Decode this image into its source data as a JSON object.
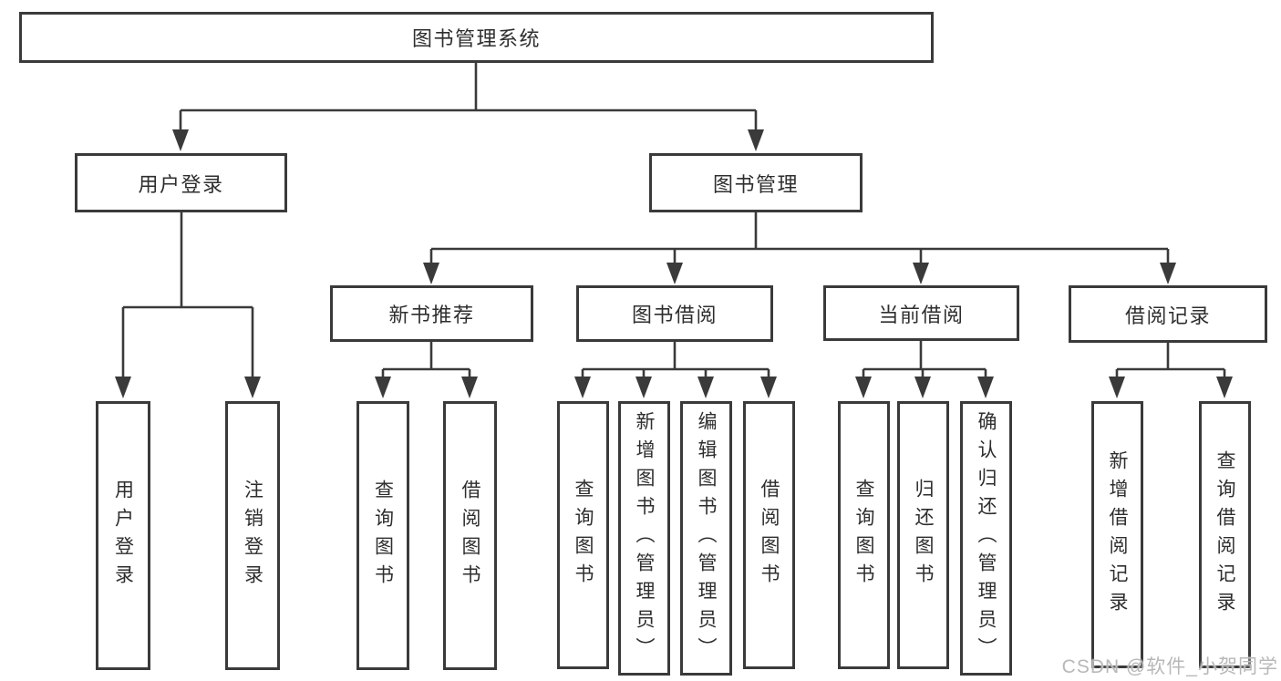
{
  "nodes": {
    "root": "图书管理系统",
    "user_login": "用户登录",
    "book_management": "图书管理",
    "new_book_recommend": "新书推荐",
    "book_borrow": "图书借阅",
    "current_borrow": "当前借阅",
    "borrow_records": "借阅记录",
    "leaf_user_login": "用户登录",
    "leaf_logout": "注销登录",
    "leaf_query_books_a": "查询图书",
    "leaf_borrow_books_a": "借阅图书",
    "leaf_query_books_b": "查询图书",
    "leaf_add_book_admin": "新增图书（管理员）",
    "leaf_edit_book_admin": "编辑图书（管理员）",
    "leaf_borrow_books_b": "借阅图书",
    "leaf_query_books_c": "查询图书",
    "leaf_return_book": "归还图书",
    "leaf_confirm_return_admin": "确认归还（管理员）",
    "leaf_add_borrow_record": "新增借阅记录",
    "leaf_query_borrow_record": "查询借阅记录"
  },
  "colors": {
    "line": "#3a3a3a",
    "text": "#2e2e2e",
    "watermark": "#b8b8b8"
  },
  "watermark": "CSDN @软件_小贺同学"
}
